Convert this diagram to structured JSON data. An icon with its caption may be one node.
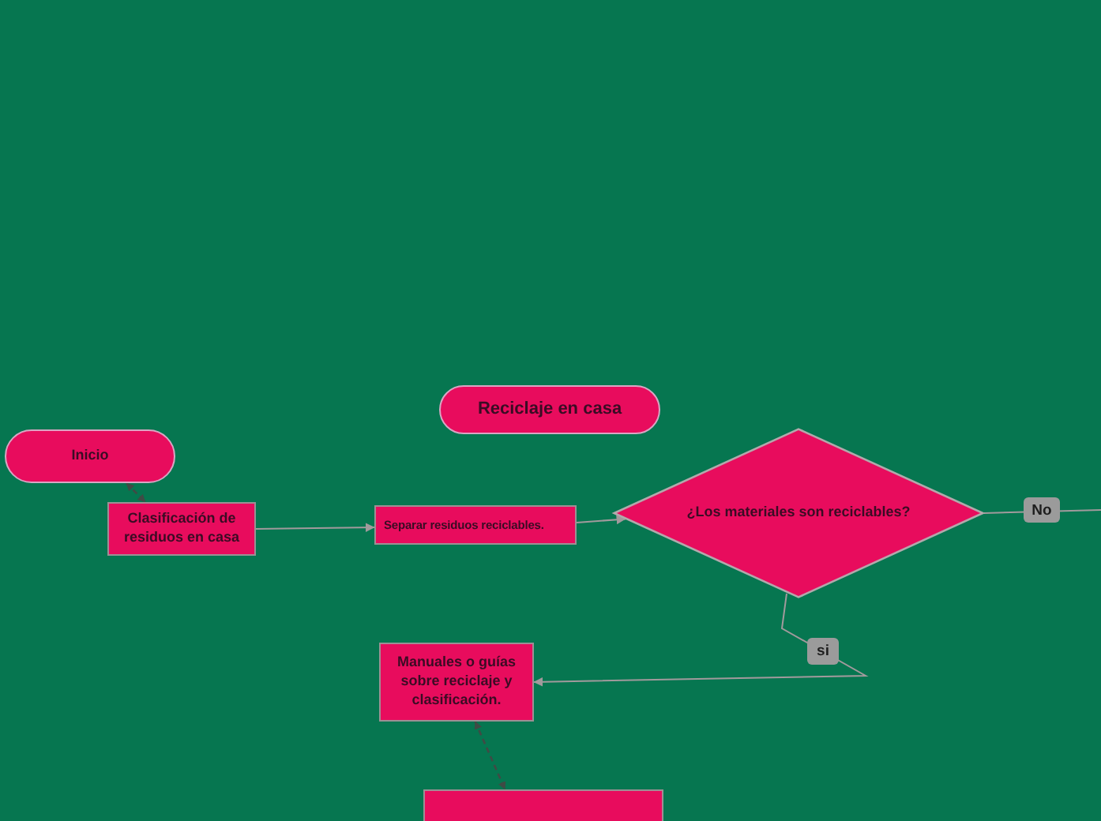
{
  "diagram": {
    "nodes": [
      {
        "text": [
          "Reciclaje en casa"
        ]
      },
      {
        "text": [
          "Inicio"
        ]
      },
      {
        "text": [
          "Clasificación de residuos en casa"
        ]
      },
      {
        "text": [
          "Separar residuos reciclables."
        ]
      },
      {
        "text": [
          "¿Los materiales son reciclables?"
        ]
      },
      {
        "text": [
          "Manuales o guías sobre reciclaje y clasificación."
        ]
      },
      {
        "text": [],
        "shape": "box"
      }
    ],
    "edges": [
      {
        "from": 1,
        "to": 2,
        "arrow": "both",
        "style": "dashed",
        "color": "#3f4b45"
      },
      {
        "from": 2,
        "to": 3,
        "arrow": "to"
      },
      {
        "from": 3,
        "to": 4,
        "arrow": "to"
      },
      {
        "from": 4,
        "to": null,
        "arrow": "none",
        "label": "No"
      },
      {
        "from": 4,
        "to": 5,
        "arrow": "to",
        "label": "si"
      },
      {
        "from": 5,
        "to": 6,
        "arrow": "both",
        "style": "dashed",
        "color": "#3f4b45"
      }
    ]
  }
}
